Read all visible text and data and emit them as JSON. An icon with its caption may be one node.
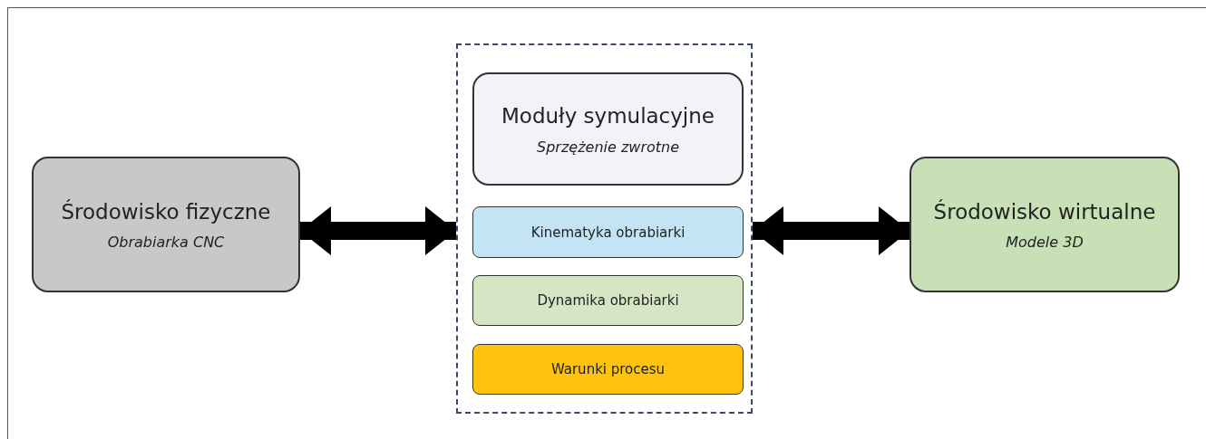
{
  "diagram": {
    "nodes": [
      {
        "text": [
          "Środowisko fizyczne",
          "Obrabiarka CNC"
        ]
      },
      {
        "text": [],
        "shape": "box"
      },
      {
        "text": [
          "Moduły symulacyjne",
          "Sprzężenie zwrotne"
        ],
        "in": 1
      },
      {
        "text": [
          "Kinematyka obrabiarki"
        ],
        "in": 1
      },
      {
        "text": [
          "Dynamika obrabiarki"
        ],
        "in": 1
      },
      {
        "text": [
          "Warunki procesu"
        ],
        "in": 1
      },
      {
        "text": [
          "Środowisko wirtualne",
          "Modele 3D"
        ]
      }
    ],
    "edges": [
      {
        "from": 0,
        "to": 1,
        "arrow": "both"
      },
      {
        "from": 1,
        "to": 6,
        "arrow": "both"
      }
    ]
  }
}
